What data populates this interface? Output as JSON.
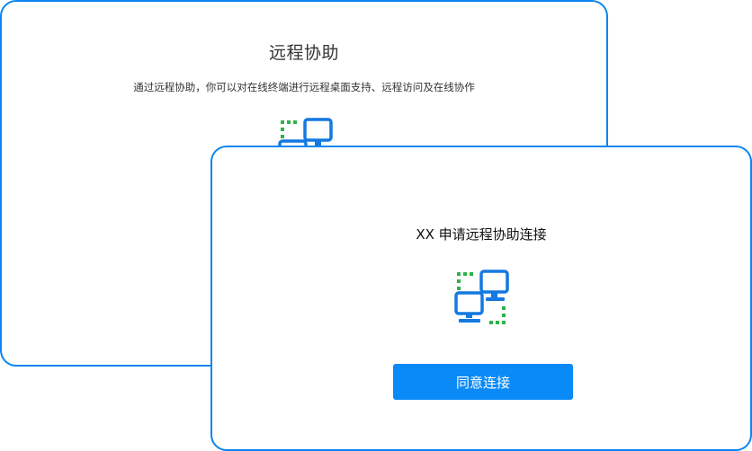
{
  "background_dialog": {
    "title": "远程协助",
    "description": "通过远程协助，你可以对在线终端进行远程桌面支持、远程访问及在线协作",
    "icon": "remote-assist-computers-icon"
  },
  "request_dialog": {
    "title": "XX  申请远程协助连接",
    "icon": "remote-assist-computers-icon",
    "agree_button_label": "同意连接"
  },
  "colors": {
    "border": "#0a85f0",
    "primary_button": "#0a8af7",
    "icon_blue": "#1479e0",
    "icon_green": "#2db34a",
    "text": "#333333"
  }
}
